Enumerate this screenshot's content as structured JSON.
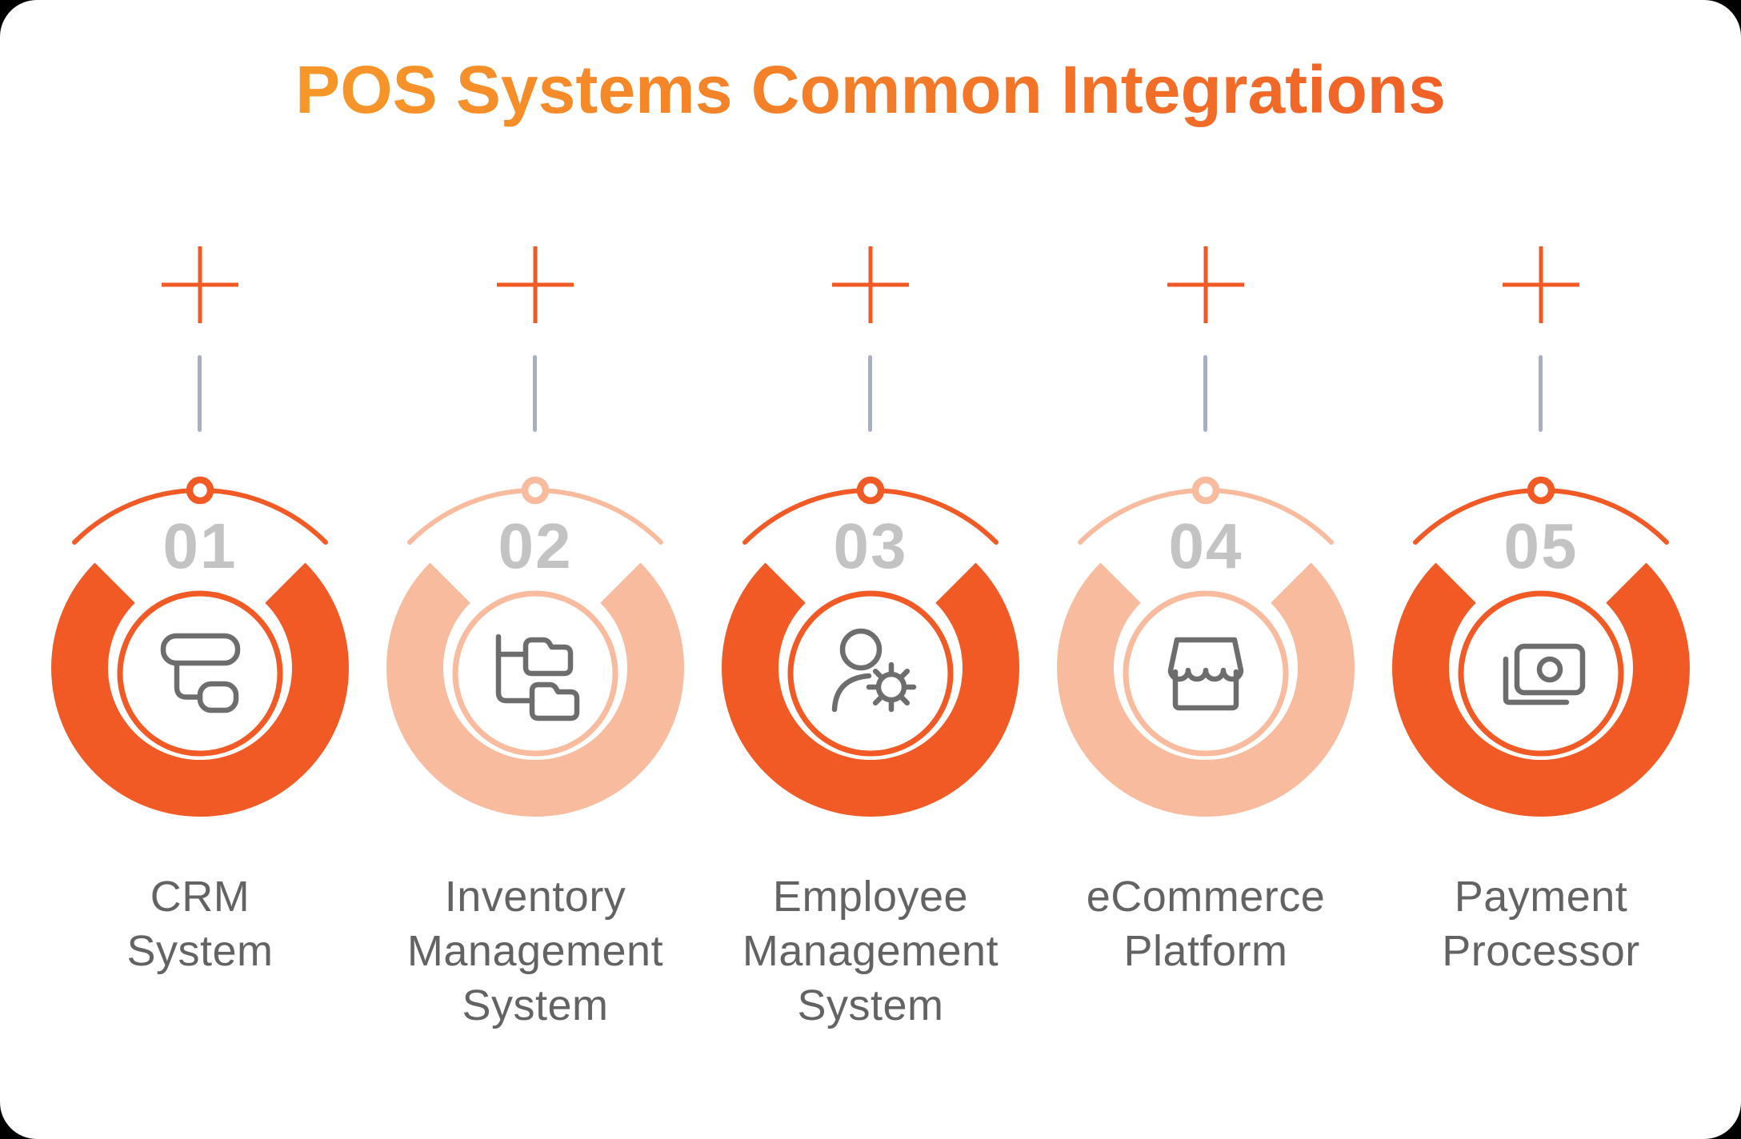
{
  "title": {
    "text": "POS Systems Common Integrations"
  },
  "colors": {
    "primary": "#F15A24",
    "secondary": "#F9BB9D",
    "number": "#C3C3C3",
    "icon_stroke": "#6D6D6D",
    "label": "#636363",
    "connector": "#A9AFC3",
    "title_gradient_from": "#F8A62A",
    "title_gradient_to": "#EF5226"
  },
  "items": [
    {
      "number": "01",
      "label": "CRM\nSystem",
      "icon": "crm-flowchart-icon",
      "tone": "primary"
    },
    {
      "number": "02",
      "label": "Inventory\nManagement\nSystem",
      "icon": "folder-tree-icon",
      "tone": "secondary"
    },
    {
      "number": "03",
      "label": "Employee\nManagement\nSystem",
      "icon": "user-gear-icon",
      "tone": "primary"
    },
    {
      "number": "04",
      "label": "eCommerce\nPlatform",
      "icon": "storefront-icon",
      "tone": "secondary"
    },
    {
      "number": "05",
      "label": "Payment\nProcessor",
      "icon": "banknote-icon",
      "tone": "primary"
    }
  ]
}
